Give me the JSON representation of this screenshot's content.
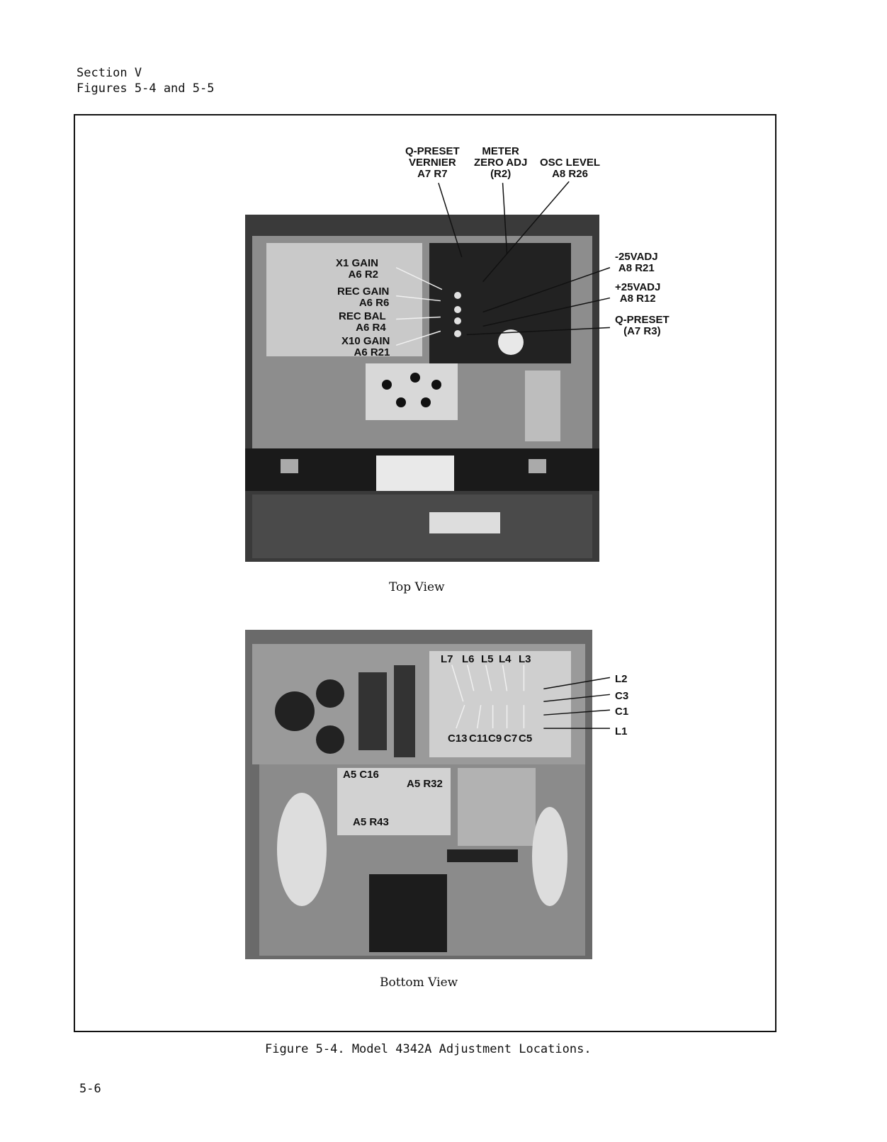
{
  "header": {
    "section": "Section V",
    "figures": "Figures 5-4 and 5-5"
  },
  "top_view": {
    "caption": "Top View",
    "callouts": {
      "q_preset_vernier": [
        "Q-PRESET",
        "VERNIER",
        "A7 R7"
      ],
      "meter_zero_adj": [
        "METER",
        "ZERO ADJ",
        "(R2)"
      ],
      "osc_level": [
        "OSC LEVEL",
        "A8 R26"
      ],
      "minus25v_adj": [
        "-25VADJ",
        "A8 R21"
      ],
      "plus25v_adj": [
        "+25VADJ",
        "A8 R12"
      ],
      "q_preset": [
        "Q-PRESET",
        "(A7 R3)"
      ],
      "x1_gain": [
        "X1 GAIN",
        "A6 R2"
      ],
      "rec_gain": [
        "REC GAIN",
        "A6 R6"
      ],
      "rec_bal": [
        "REC BAL",
        "A6 R4"
      ],
      "x10_gain": [
        "X10 GAIN",
        "A6 R21"
      ]
    }
  },
  "bottom_view": {
    "caption": "Bottom View",
    "callouts": {
      "top_row": [
        "L7",
        "L6",
        "L5",
        "L4",
        "L3"
      ],
      "bottom_row": [
        "C13",
        "C11",
        "C9",
        "C7",
        "C5"
      ],
      "right_col": [
        "L2",
        "C3",
        "C1",
        "L1"
      ],
      "a5_c16": "A5 C16",
      "a5_r32": "A5 R32",
      "a5_r43": "A5 R43"
    }
  },
  "figure_caption": "Figure 5-4.  Model 4342A Adjustment Locations.",
  "page_number": "5-6"
}
